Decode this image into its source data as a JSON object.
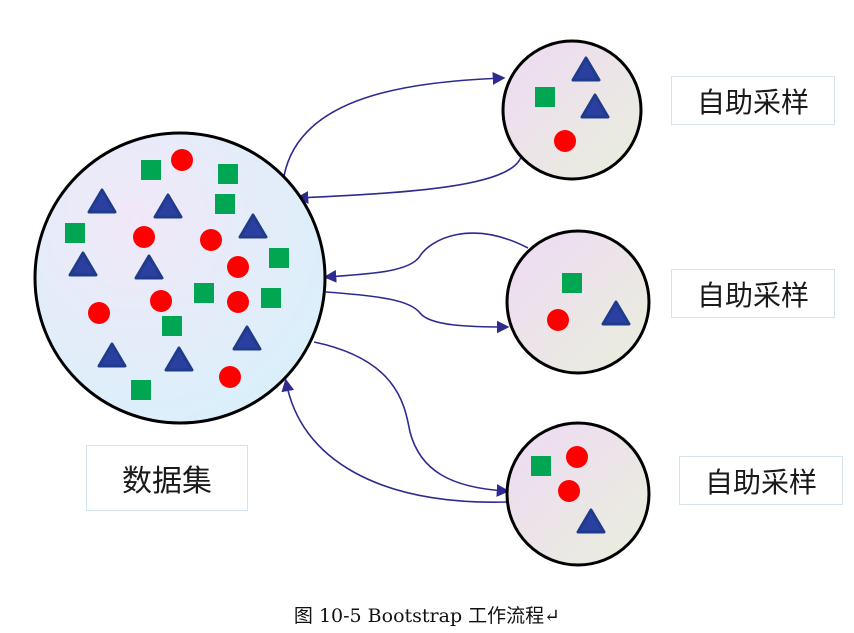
{
  "dataset": {
    "label": "数据集",
    "items": [
      {
        "shape": "square",
        "color": "#00a651"
      },
      {
        "shape": "circle",
        "color": "#ff0000"
      },
      {
        "shape": "square",
        "color": "#00a651"
      },
      {
        "shape": "triangle",
        "color": "#1f3b8c"
      },
      {
        "shape": "triangle",
        "color": "#1f3b8c"
      },
      {
        "shape": "square",
        "color": "#00a651"
      },
      {
        "shape": "square",
        "color": "#00a651"
      },
      {
        "shape": "circle",
        "color": "#ff0000"
      },
      {
        "shape": "circle",
        "color": "#ff0000"
      },
      {
        "shape": "triangle",
        "color": "#1f3b8c"
      },
      {
        "shape": "triangle",
        "color": "#1f3b8c"
      },
      {
        "shape": "triangle",
        "color": "#1f3b8c"
      },
      {
        "shape": "circle",
        "color": "#ff0000"
      },
      {
        "shape": "square",
        "color": "#00a651"
      },
      {
        "shape": "circle",
        "color": "#ff0000"
      },
      {
        "shape": "square",
        "color": "#00a651"
      },
      {
        "shape": "circle",
        "color": "#ff0000"
      },
      {
        "shape": "circle",
        "color": "#ff0000"
      },
      {
        "shape": "square",
        "color": "#00a651"
      },
      {
        "shape": "square",
        "color": "#00a651"
      },
      {
        "shape": "triangle",
        "color": "#1f3b8c"
      },
      {
        "shape": "triangle",
        "color": "#1f3b8c"
      },
      {
        "shape": "triangle",
        "color": "#1f3b8c"
      },
      {
        "shape": "circle",
        "color": "#ff0000"
      },
      {
        "shape": "square",
        "color": "#00a651"
      }
    ]
  },
  "samples": [
    {
      "label": "自助采样",
      "items": [
        {
          "shape": "triangle",
          "color": "#1f3b8c"
        },
        {
          "shape": "square",
          "color": "#00a651"
        },
        {
          "shape": "triangle",
          "color": "#1f3b8c"
        },
        {
          "shape": "circle",
          "color": "#ff0000"
        }
      ]
    },
    {
      "label": "自助采样",
      "items": [
        {
          "shape": "square",
          "color": "#00a651"
        },
        {
          "shape": "circle",
          "color": "#ff0000"
        },
        {
          "shape": "triangle",
          "color": "#1f3b8c"
        }
      ]
    },
    {
      "label": "自助采样",
      "items": [
        {
          "shape": "square",
          "color": "#00a651"
        },
        {
          "shape": "circle",
          "color": "#ff0000"
        },
        {
          "shape": "circle",
          "color": "#ff0000"
        },
        {
          "shape": "triangle",
          "color": "#1f3b8c"
        }
      ]
    }
  ],
  "colors": {
    "arrow": "#2e2b8f",
    "circle_outline": "#000000",
    "box_border": "#d4e3ee"
  },
  "caption": "图 10-5 Bootstrap 工作流程↵"
}
